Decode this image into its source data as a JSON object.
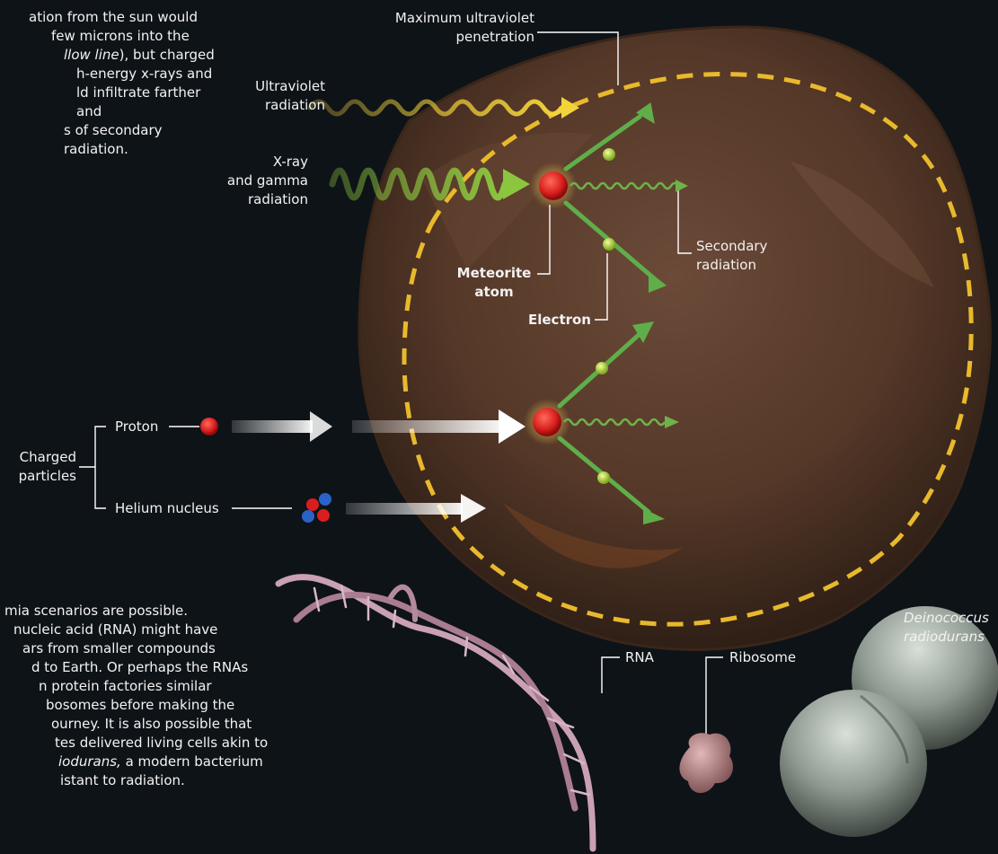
{
  "intro_paragraph": {
    "line1": "ation from the sun would",
    "line2": "few microns into the",
    "line3_italic": "llow line",
    "line3_rest": "), but charged",
    "line4": "h-energy x-rays and",
    "line5": "ld infiltrate farther and",
    "line6": "s of secondary radiation."
  },
  "labels": {
    "max_uv_1": "Maximum ultraviolet",
    "max_uv_2": "penetration",
    "uv_1": "Ultraviolet",
    "uv_2": "radiation",
    "xray_1": "X-ray",
    "xray_2": "and gamma",
    "xray_3": "radiation",
    "secondary_1": "Secondary",
    "secondary_2": "radiation",
    "meteorite_1": "Meteorite",
    "meteorite_2": "atom",
    "electron": "Electron",
    "proton": "Proton",
    "charged_1": "Charged",
    "charged_2": "particles",
    "helium": "Helium nucleus",
    "rna": "RNA",
    "ribosome": "Ribosome",
    "deino_1": "Deinococcus",
    "deino_2": "radiodurans"
  },
  "bottom_paragraph": {
    "line1": "mia scenarios are possible.",
    "line2": "nucleic acid (RNA) might have",
    "line3": "ars from smaller compounds",
    "line4": "d to Earth. Or perhaps the RNAs",
    "line5": "n protein factories similar",
    "line6": "bosomes before making the",
    "line7": "ourney. It is also possible that",
    "line8": "tes delivered living cells akin to",
    "line9_italic": "iodurans,",
    "line9_rest": " a modern bacterium",
    "line10": "istant to radiation."
  },
  "colors": {
    "background": "#0e1318",
    "meteorite": "#5a3b2c",
    "uv_wave": "#f2d43a",
    "xray_wave": "#8cc63f",
    "secondary_arrow": "#5fae4a",
    "atom": "#d81e1e",
    "penetration_line": "#e8b92c"
  }
}
